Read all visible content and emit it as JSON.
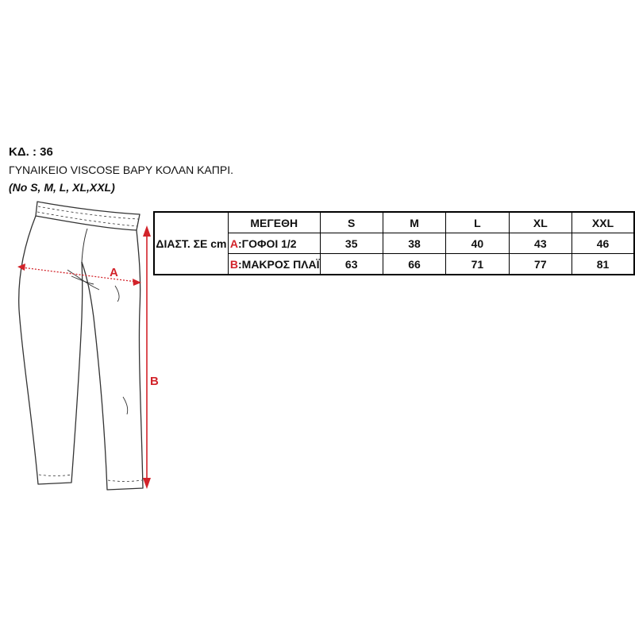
{
  "product": {
    "code": "ΚΔ. : 36",
    "description": "ΓΥΝΑΙΚΕΙΟ VISCOSE ΒΑΡΥ ΚΟΛΑΝ ΚΑΠΡΙ.",
    "sizes_note": "(No S, M, L, XL,XXL)"
  },
  "drawing": {
    "label_a": "A",
    "label_b": "B",
    "accent_color": "#d2232a"
  },
  "table": {
    "row_header": "ΔΙΑΣΤ. ΣΕ cm",
    "size_header": "ΜΕΓΕΘΗ",
    "sizes": [
      "S",
      "M",
      "L",
      "XL",
      "XXL"
    ],
    "rows": [
      {
        "letter": "A",
        "label": ":ΓΟΦΟΙ 1/2",
        "values": [
          "35",
          "38",
          "40",
          "43",
          "46"
        ]
      },
      {
        "letter": "B",
        "label": ":ΜΑΚΡΟΣ ΠΛΑΪ",
        "values": [
          "63",
          "66",
          "71",
          "77",
          "81"
        ]
      }
    ]
  }
}
